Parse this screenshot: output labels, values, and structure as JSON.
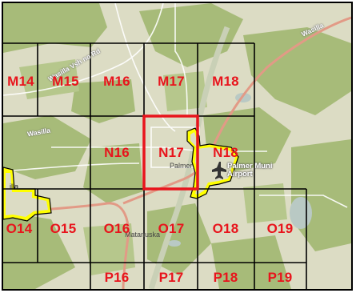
{
  "map": {
    "grid_rows": [
      [
        "M14",
        "M15",
        "M16",
        "M17",
        "M18"
      ],
      [
        "N16",
        "N17",
        "N18"
      ],
      [
        "O14",
        "O15",
        "O16",
        "O17",
        "O18",
        "O19"
      ],
      [
        "P16",
        "P17",
        "P18",
        "P19"
      ]
    ],
    "selected_cell": "N17",
    "labels": {
      "road_1": "Wasilla Vsh no Rd",
      "road_2": "Wasilla",
      "road_3": "Wasilla",
      "place_palmer": "Palmer",
      "place_matanuska": "Matanuska",
      "airport_line1": "Palmer Muni",
      "airport_line2": "Airport",
      "partial_town": "illa"
    },
    "colors": {
      "grid_line": "#000000",
      "selection": "#e8141c",
      "label": "#e8141c",
      "city_boundary": "#ffff00",
      "land": "#dfe0c8",
      "forest": "#a9bf7b",
      "river": "#c8d2b8",
      "road_major": "#e29a86"
    }
  }
}
